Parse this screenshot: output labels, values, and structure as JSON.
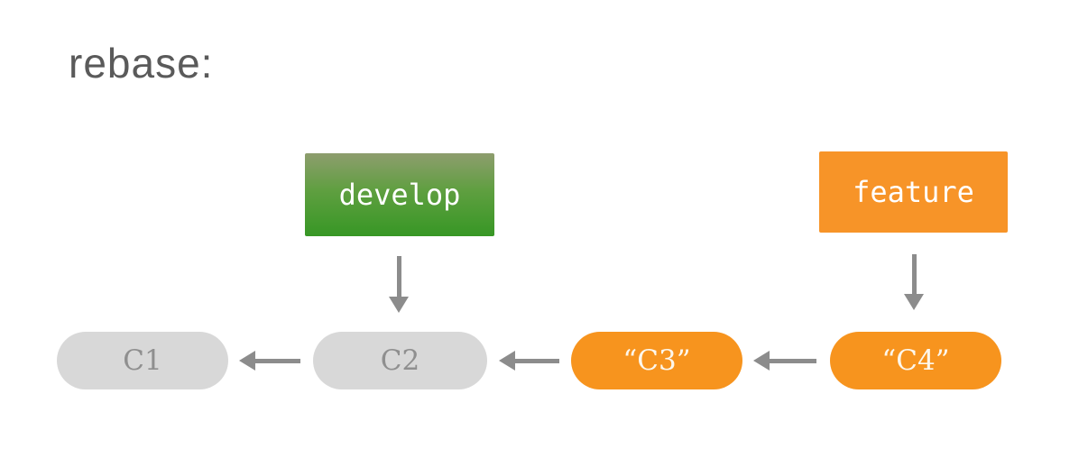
{
  "title": "rebase:",
  "colors": {
    "background": "#ffffff",
    "title_text": "#5a5a5a",
    "develop_gradient_top": "#8e9d6e",
    "develop_gradient_mid": "#5f9f40",
    "develop_gradient_bottom": "#379725",
    "feature_bg": "#f79428",
    "branch_label_text": "#ffffff",
    "commit_gray_bg": "#d8d8d8",
    "commit_gray_text": "#8f8f8f",
    "commit_orange_bg": "#f7941e",
    "commit_orange_text": "#fdf7ec",
    "arrow": "#8c8c8c"
  },
  "branches": {
    "develop": {
      "label": "develop",
      "style": "green-gradient",
      "points_to": "C2"
    },
    "feature": {
      "label": "feature",
      "style": "orange",
      "points_to": "C4"
    }
  },
  "commits": [
    {
      "id": "C1",
      "label": "C1",
      "style": "gray"
    },
    {
      "id": "C2",
      "label": "C2",
      "style": "gray"
    },
    {
      "id": "C3",
      "label": "“C3”",
      "style": "orange",
      "note": "rewritten-copy"
    },
    {
      "id": "C4",
      "label": "“C4”",
      "style": "orange",
      "note": "rewritten-copy"
    }
  ],
  "edges": [
    {
      "from": "C2",
      "to": "C1"
    },
    {
      "from": "C3",
      "to": "C2"
    },
    {
      "from": "C4",
      "to": "C3"
    }
  ]
}
